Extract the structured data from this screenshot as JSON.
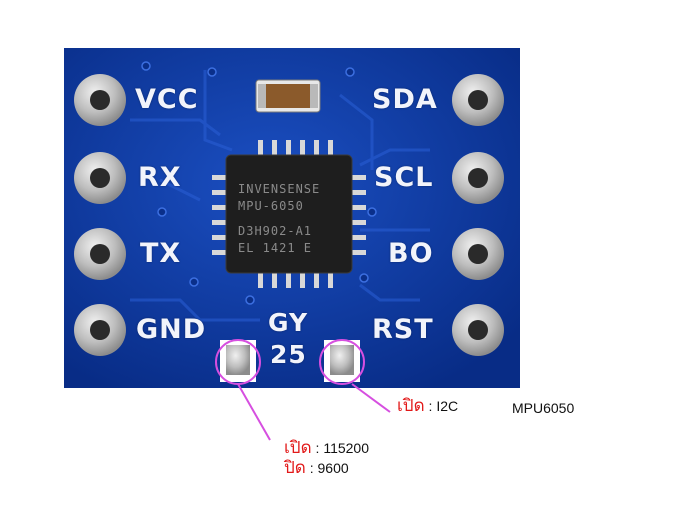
{
  "board": {
    "pins_left": [
      "VCC",
      "RX",
      "TX",
      "GND"
    ],
    "pins_right": [
      "SDA",
      "SCL",
      "BO",
      "RST"
    ],
    "model_line1": "GY",
    "model_line2": "25"
  },
  "chip": {
    "line1": "INVENSENSE",
    "line2": "MPU-6050",
    "line3": "D3H902-A1",
    "line4": "EL 1421 E"
  },
  "annotations": {
    "right_open_word": "เปิด",
    "right_value": ": I2C",
    "right_model": "MPU6050",
    "left_open_word": "เปิด",
    "left_open_value": ": 115200",
    "left_close_word": "ปิด",
    "left_close_value": ": 9600"
  },
  "colors": {
    "pcb": "#0d3aa6",
    "pcb_dark": "#082c86",
    "pad": "#c9c9c9",
    "callout": "#d64fe0",
    "thai_text": "#e21919"
  }
}
